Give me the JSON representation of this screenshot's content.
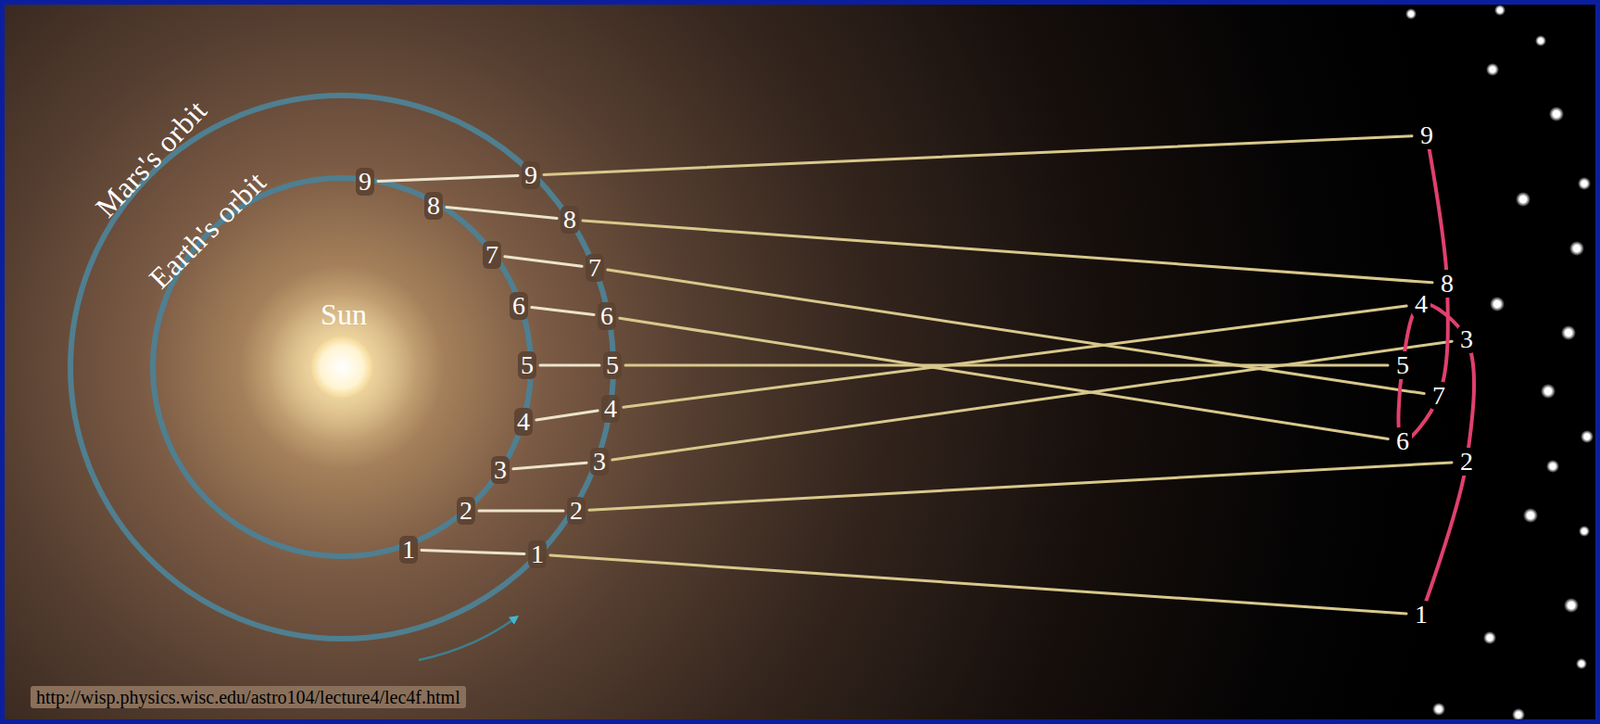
{
  "diagram": {
    "labels": [
      "Mars's orbit",
      "Earth's orbit",
      "Sun",
      "1",
      "2",
      "3",
      "4",
      "5",
      "6",
      "7",
      "8",
      "9",
      "1",
      "2",
      "3",
      "4",
      "5",
      "6",
      "7",
      "8",
      "9",
      "1",
      "2",
      "3",
      "4",
      "5",
      "6",
      "7",
      "8",
      "9",
      "http://wisp.physics.wisc.edu/astro104/lecture4/lec4f.html"
    ]
  }
}
